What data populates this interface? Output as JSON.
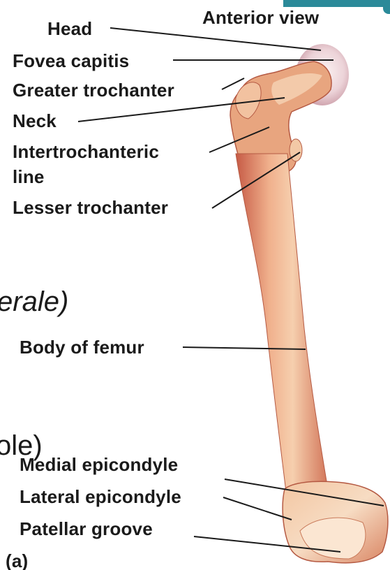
{
  "header": {
    "view_label": "Anterior view"
  },
  "labels": {
    "head": "Head",
    "fovea_capitis": "Fovea capitis",
    "greater_trochanter": "Greater trochanter",
    "neck": "Neck",
    "intertrochanteric_line_1": "Intertrochanteric",
    "intertrochanteric_line_2": "line",
    "lesser_trochanter": "Lesser trochanter",
    "body_of_femur": "Body of femur",
    "medial_epicondyle": "Medial epicondyle",
    "lateral_epicondyle": "Lateral epicondyle",
    "patellar_groove": "Patellar groove",
    "panel_letter": "(a)"
  },
  "background_text": {
    "fragment_1": "erale)",
    "fragment_2": "ole)"
  },
  "colors": {
    "accent_bar": "#2b8a99",
    "bone_shaft": "#e9a07f",
    "bone_highlight": "#f6cfae",
    "bone_shadow": "#c9664f",
    "leader_line": "#1a1a1a"
  }
}
